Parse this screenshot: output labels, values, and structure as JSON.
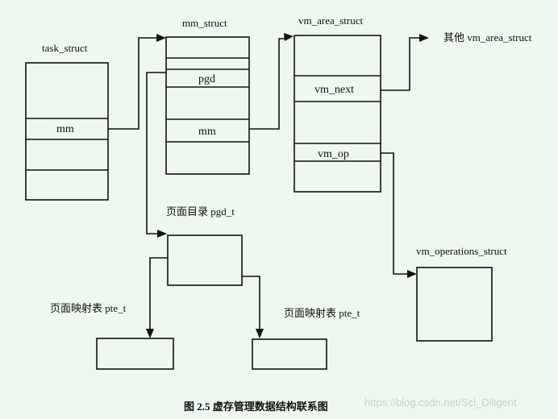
{
  "structs": {
    "task_struct": {
      "title": "task_struct",
      "mm": "mm"
    },
    "mm_struct": {
      "title": "mm_struct",
      "pgd": "pgd",
      "mm": "mm"
    },
    "vm_area_struct": {
      "title": "vm_area_struct",
      "vm_next": "vm_next",
      "vm_op": "vm_op"
    },
    "other_vm_area": "其他 vm_area_struct",
    "pgd_t": "页面目录 pgd_t",
    "pte_left": "页面映射表 pte_t",
    "pte_right": "页面映射表 pte_t",
    "vm_operations_struct": "vm_operations_struct"
  },
  "caption": "图 2.5    虚存管理数据结构联系图",
  "watermark": "https://blog.csdn.net/Scl_Diligent",
  "colors": {
    "background": "#eef8ee",
    "stroke": "#111111"
  }
}
